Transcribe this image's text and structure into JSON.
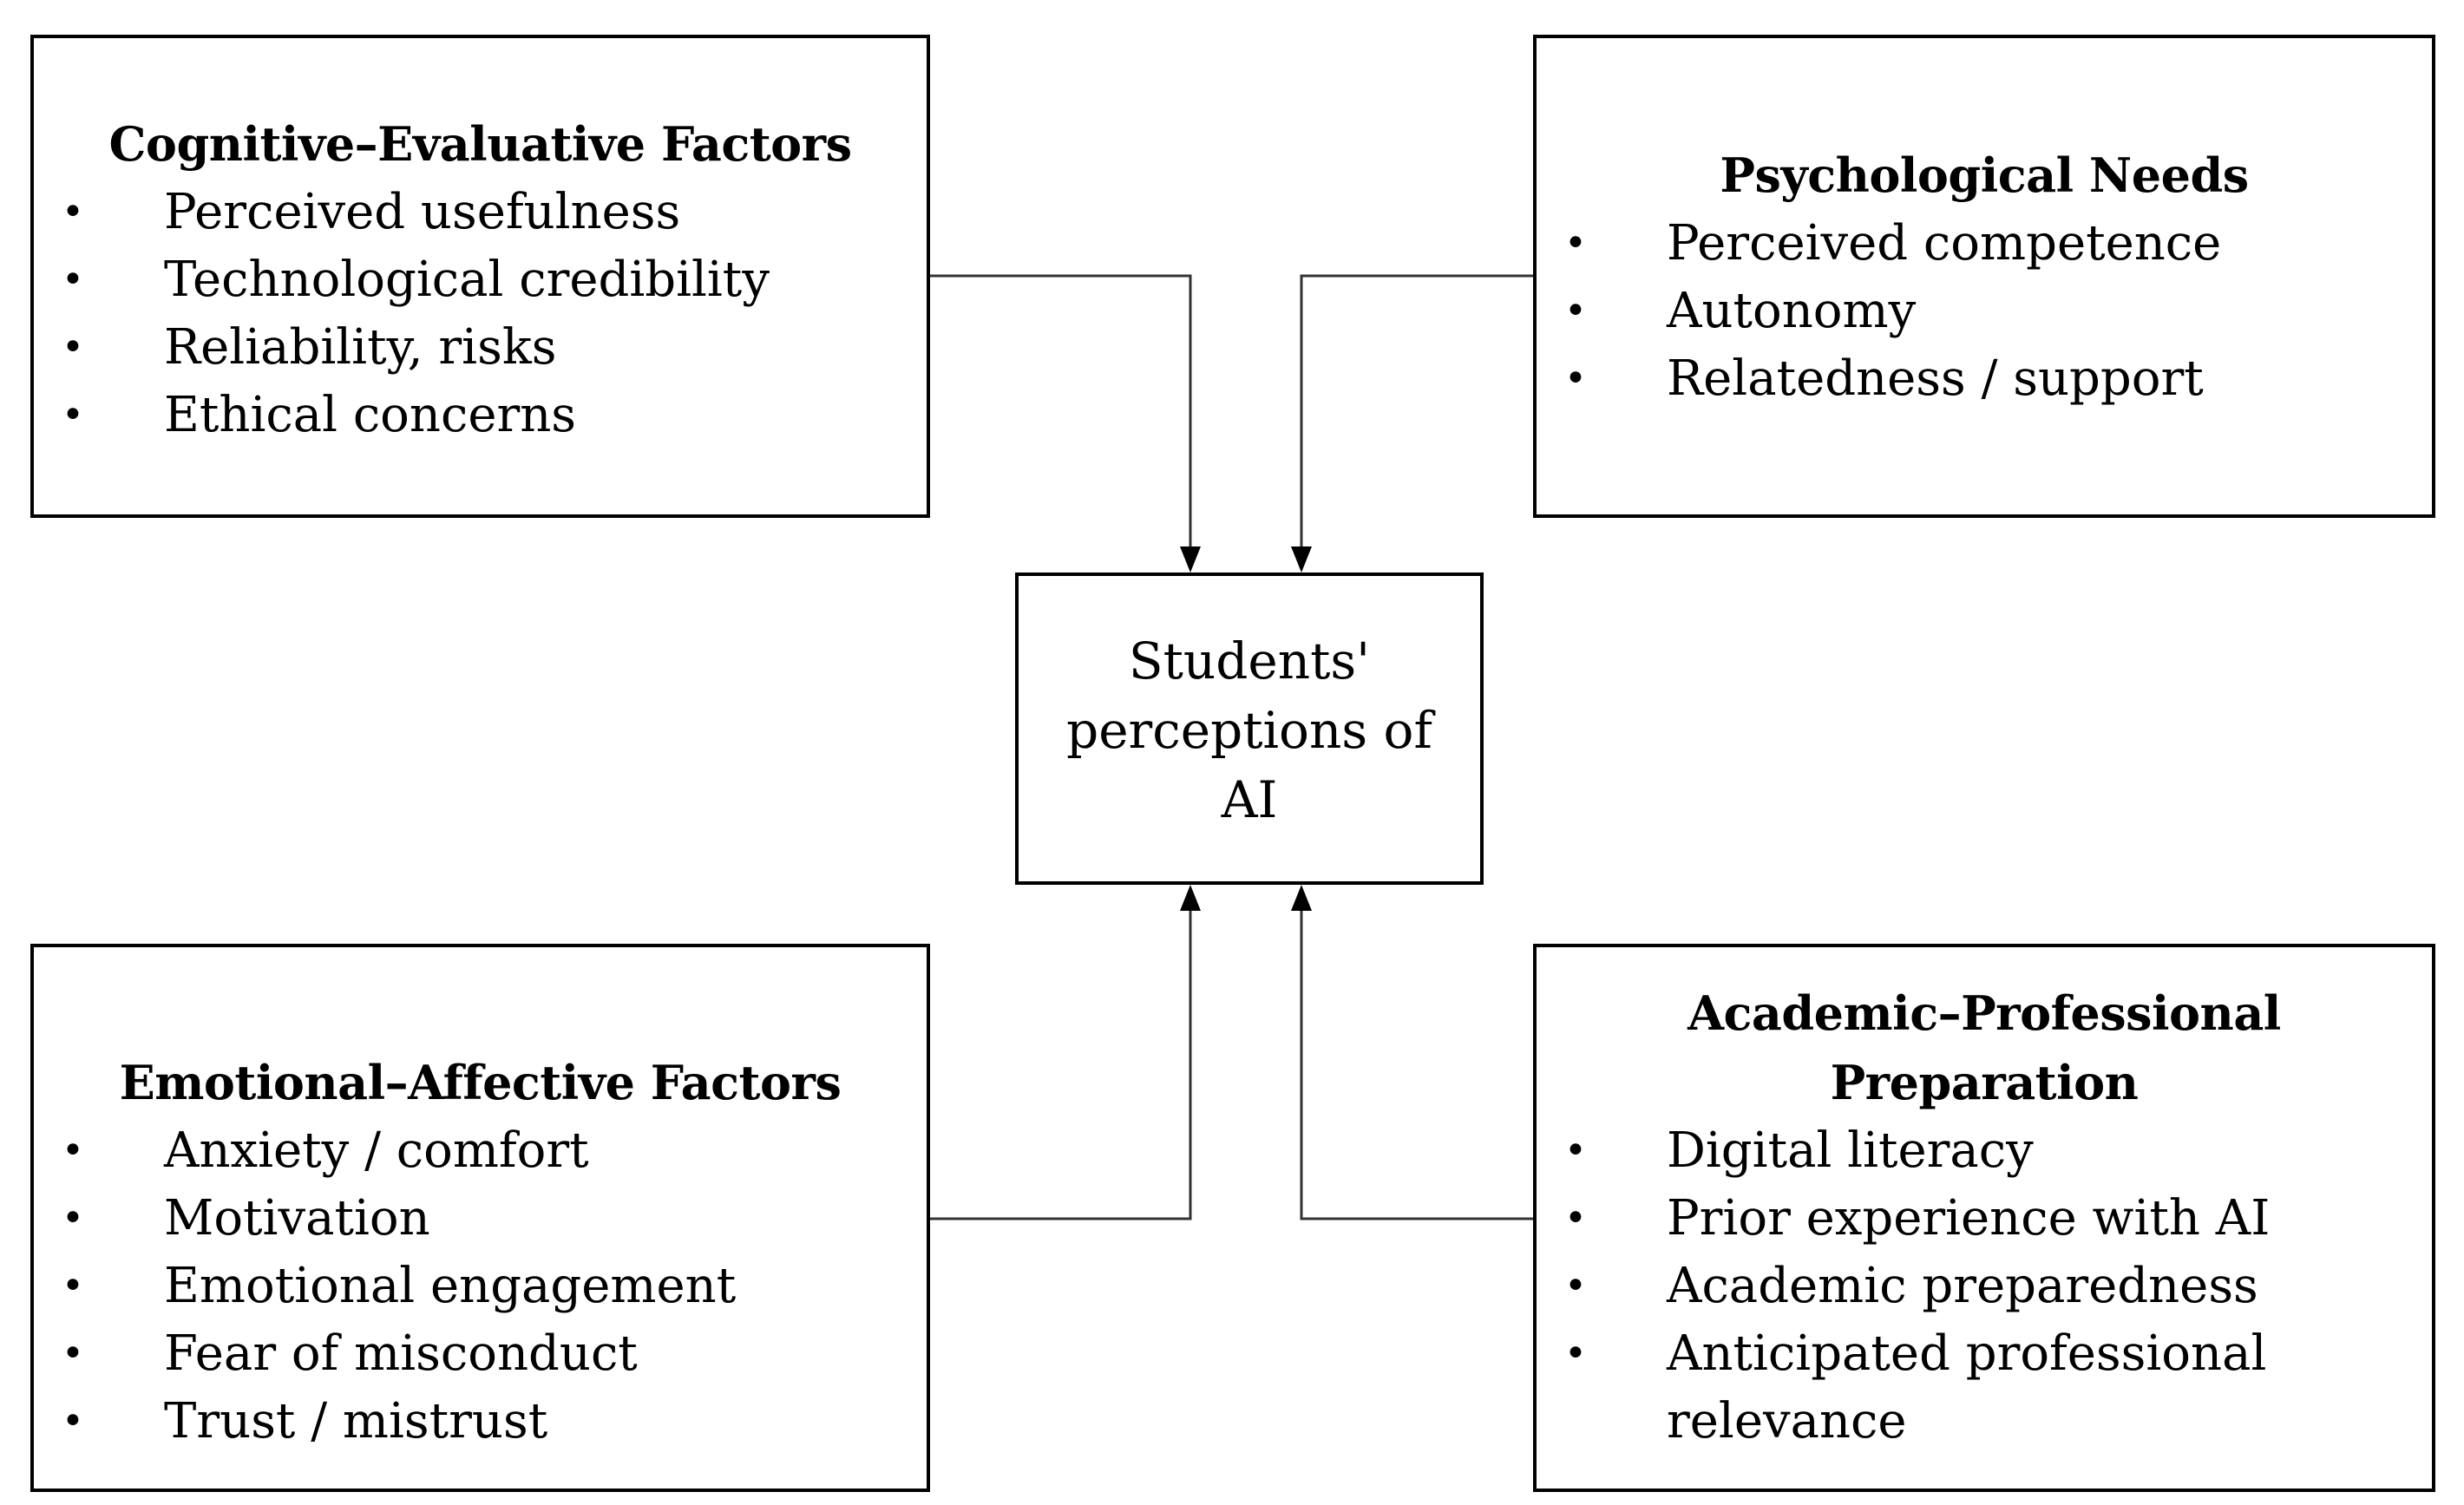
{
  "center": {
    "label": "Students' perceptions of AI"
  },
  "boxes": {
    "cognitive": {
      "title": "Cognitive–Evaluative Factors",
      "items": [
        "Perceived usefulness",
        "Technological credibility",
        "Reliability, risks",
        "Ethical concerns"
      ]
    },
    "psychological": {
      "title": "Psychological Needs",
      "items": [
        "Perceived competence",
        "Autonomy",
        "Relatedness / support"
      ]
    },
    "emotional": {
      "title": "Emotional–Affective Factors",
      "items": [
        "Anxiety / comfort",
        "Motivation",
        "Emotional engagement",
        "Fear of misconduct",
        "Trust / mistrust"
      ]
    },
    "academic": {
      "title": "Academic–Professional Preparation",
      "items": [
        "Digital literacy",
        "Prior experience with AI",
        "Academic preparedness",
        "Anticipated professional relevance"
      ]
    }
  }
}
